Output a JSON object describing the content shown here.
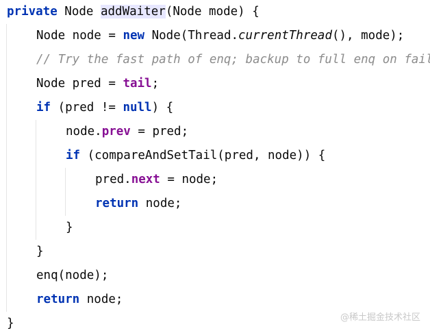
{
  "code": {
    "lines": [
      [
        {
          "t": "private",
          "c": "kw"
        },
        {
          "t": " Node ",
          "c": "plain"
        },
        {
          "t": "addWaiter",
          "c": "plain highlight"
        },
        {
          "t": "(Node mode) {",
          "c": "plain"
        }
      ],
      [
        {
          "t": "Node node = ",
          "c": "plain"
        },
        {
          "t": "new",
          "c": "kw"
        },
        {
          "t": " Node(Thread.",
          "c": "plain"
        },
        {
          "t": "currentThread",
          "c": "plain italic"
        },
        {
          "t": "(), mode);",
          "c": "plain"
        }
      ],
      [
        {
          "t": "// Try the fast path of enq; backup to full enq on failure",
          "c": "comment"
        }
      ],
      [
        {
          "t": "Node pred = ",
          "c": "plain"
        },
        {
          "t": "tail",
          "c": "field"
        },
        {
          "t": ";",
          "c": "plain"
        }
      ],
      [
        {
          "t": "if",
          "c": "kw"
        },
        {
          "t": " (pred != ",
          "c": "plain"
        },
        {
          "t": "null",
          "c": "kw"
        },
        {
          "t": ") {",
          "c": "plain"
        }
      ],
      [
        {
          "t": "node.",
          "c": "plain"
        },
        {
          "t": "prev",
          "c": "field"
        },
        {
          "t": " = pred;",
          "c": "plain"
        }
      ],
      [
        {
          "t": "if",
          "c": "kw"
        },
        {
          "t": " (compareAndSetTail(pred, node)) {",
          "c": "plain"
        }
      ],
      [
        {
          "t": "pred.",
          "c": "plain"
        },
        {
          "t": "next",
          "c": "field"
        },
        {
          "t": " = node;",
          "c": "plain"
        }
      ],
      [
        {
          "t": "return",
          "c": "kw"
        },
        {
          "t": " node;",
          "c": "plain"
        }
      ],
      [
        {
          "t": "}",
          "c": "plain"
        }
      ],
      [
        {
          "t": "}",
          "c": "plain"
        }
      ],
      [
        {
          "t": "enq(node);",
          "c": "plain"
        }
      ],
      [
        {
          "t": "return",
          "c": "kw"
        },
        {
          "t": " node;",
          "c": "plain"
        }
      ],
      [
        {
          "t": "}",
          "c": "plain"
        }
      ]
    ]
  },
  "watermark": "@稀土掘金技术社区"
}
